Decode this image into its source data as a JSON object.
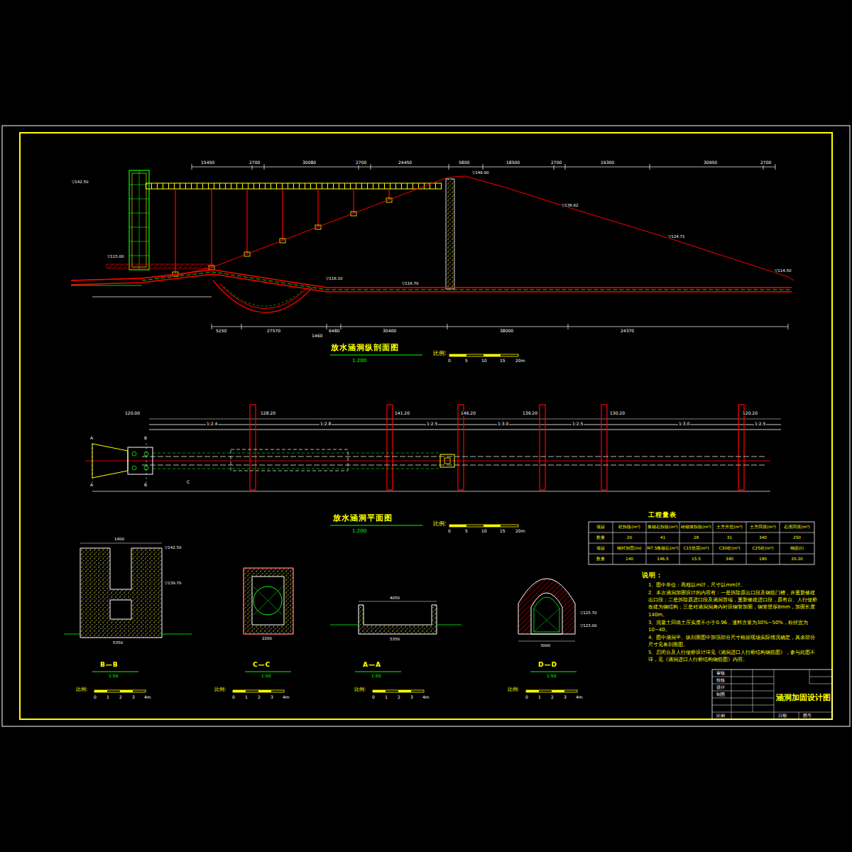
{
  "diagram": {
    "title": "涵洞加固设计图",
    "labels": [
      "放水涵洞纵剖面图",
      "1:200",
      "比例:",
      "0",
      "5",
      "10",
      "15",
      "20m",
      "15450",
      "2700",
      "30080",
      "2700",
      "24450",
      "5800",
      "18500",
      "2700",
      "19300",
      "30950",
      "2700",
      "▽142.50",
      "▽148.90",
      "▽136.82",
      "▽124.71",
      "▽114.50",
      "▽118.10",
      "▽116.70",
      "▽115.00",
      "5250",
      "27570",
      "6480",
      "30400",
      "38000",
      "24370",
      "1460",
      "放水涵洞平面图",
      "1:200",
      "比例:",
      "0",
      "5",
      "10",
      "15",
      "20m",
      "120.00",
      "128.20",
      "141.20",
      "146.20",
      "139.20",
      "130.20",
      "120.20",
      "1:2.4",
      "1:2.8",
      "1:2.5",
      "1:3.0",
      "1:2.5",
      "1:3.0",
      "1:2.5",
      "A",
      "A",
      "B",
      "B",
      "C",
      "工程量表",
      "项目",
      "砼拆除(m³)",
      "浆砌石拆除(m³)",
      "砖砌体拆除(m³)",
      "土方开挖(m³)",
      "土方回填(m³)",
      "石渣回填(m³)",
      "数量",
      "20",
      "41",
      "28",
      "31",
      "340",
      "250",
      "项目",
      "钢衬加固(m)",
      "M7.5浆砌石(m³)",
      "C15垫层(m³)",
      "C30砼(m³)",
      "C25砼(m³)",
      "钢筋(t)",
      "数量",
      "140",
      "146.5",
      "15.5",
      "340",
      "180",
      "20.20",
      "说明：",
      "1、图中单位：高程以m计，尺寸以mm计。",
      "2、本次涵洞加固设计的内容有：一是拆除原出口段及钢筋门槽，并重新修建出口段；二是拆除原进口段及涵洞首端，重新修建进口段，原有台、人行便桥改建为钢结构；三是对涵洞洞身内衬设钢管加固，钢管壁厚8mm，加固长度140m。",
      "3、混凝土回填土压实度不小于0.96，渣料含量为30%~50%，粒径宜为10~40。",
      "4、图中涵洞平、纵剖面图中加强部分尺寸根据现场实际情况确定，其余部分尺寸见各剖面图。",
      "5、启闭台及人行便桥设计详见《涵洞进口人行桥结构钢筋图》，参与此图不详，见《涵洞进口人行桥结构钢筋图》内容。",
      "B—B",
      "1:50",
      "C—C",
      "1:50",
      "A—A",
      "1:50",
      "D—D",
      "1:50",
      "比例:",
      "0",
      "1",
      "2",
      "3",
      "4m",
      "比例:",
      "0",
      "1",
      "2",
      "3",
      "4m",
      "比例:",
      "0",
      "1",
      "2",
      "3",
      "4m",
      "比例:",
      "0",
      "1",
      "2",
      "3",
      "4m",
      "5350",
      "1400",
      "▽142.50",
      "▽139.70",
      "4050",
      "5350",
      "▽125.70",
      "▽123.00",
      "2200",
      "3000",
      "审核",
      "校核",
      "设计",
      "制图",
      "比例",
      "日期",
      "图号"
    ]
  }
}
